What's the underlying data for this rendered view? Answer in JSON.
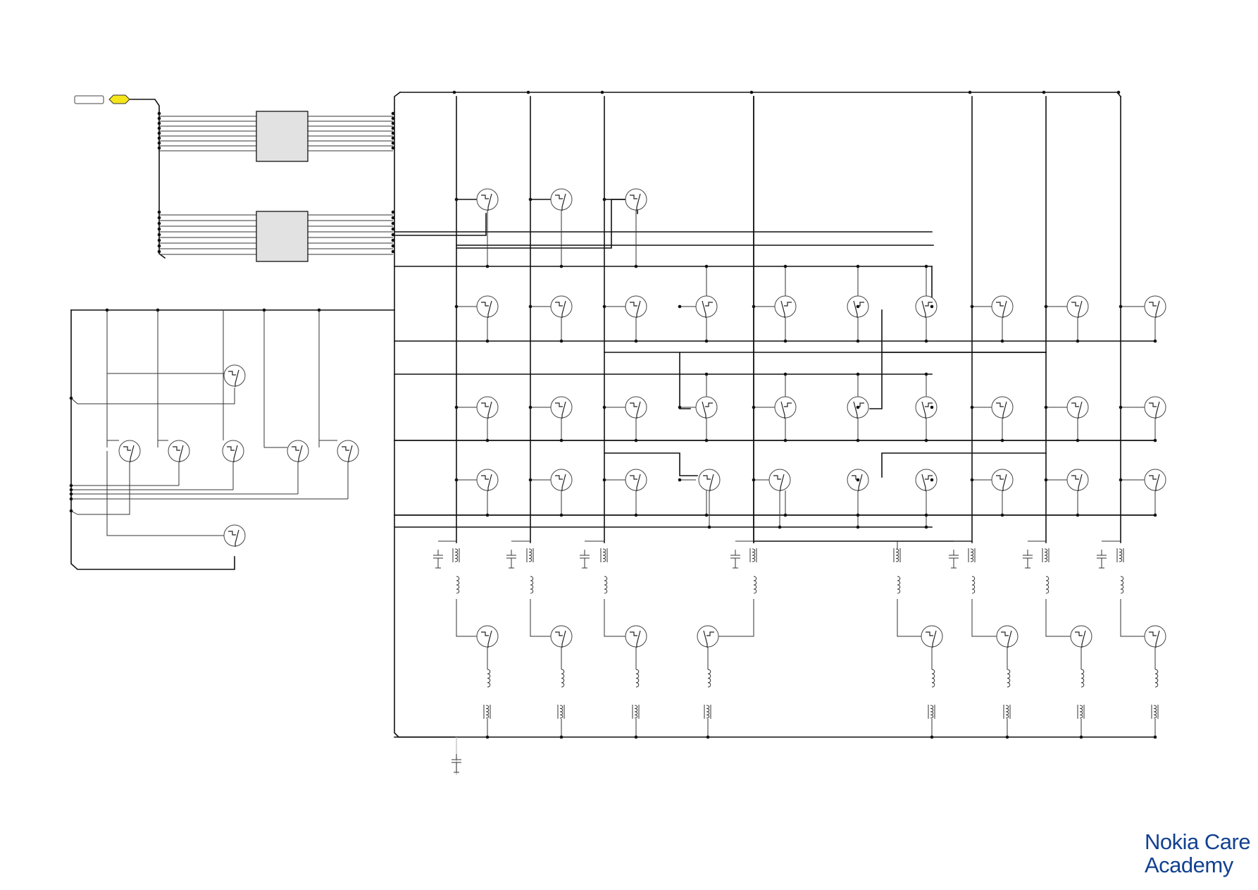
{
  "branding": {
    "line1": "Nokia Care",
    "line2": "Academy",
    "color": "#124191"
  },
  "diagram": {
    "kind": "keypad switch matrix schematic",
    "connector_color": "#f5e61c",
    "chip_fill": "#e2e2e2",
    "wire_color": "#111111"
  }
}
